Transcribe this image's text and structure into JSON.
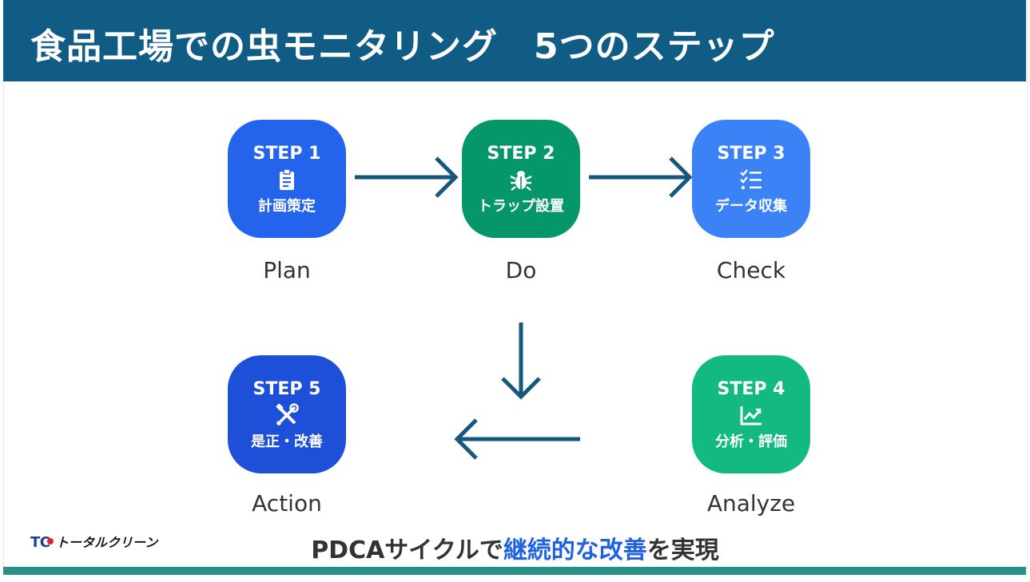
{
  "header": {
    "title": "食品工場での虫モニタリング　5つのステップ"
  },
  "colors": {
    "header_bg": "#105c84",
    "step1": "#2463eb",
    "step2": "#059669",
    "step3": "#3b82f6",
    "step4": "#12b981",
    "step5": "#1e4fd8",
    "arrow": "#16577d",
    "highlight": "#1f63e0",
    "bottom_bar": "#2a8f86"
  },
  "steps": [
    {
      "number": "STEP 1",
      "task": "計画策定",
      "caption": "Plan",
      "icon": "clipboard-icon"
    },
    {
      "number": "STEP 2",
      "task": "トラップ設置",
      "caption": "Do",
      "icon": "bug-icon"
    },
    {
      "number": "STEP 3",
      "task": "データ収集",
      "caption": "Check",
      "icon": "checklist-icon"
    },
    {
      "number": "STEP 4",
      "task": "分析・評価",
      "caption": "Analyze",
      "icon": "chart-line-icon"
    },
    {
      "number": "STEP 5",
      "task": "是正・改善",
      "caption": "Action",
      "icon": "tools-icon"
    }
  ],
  "footer": {
    "text_before": "PDCAサイクルで",
    "highlight": "継続的な改善",
    "text_after": "を実現"
  },
  "logo": {
    "text": "TCトータルクリーン"
  }
}
